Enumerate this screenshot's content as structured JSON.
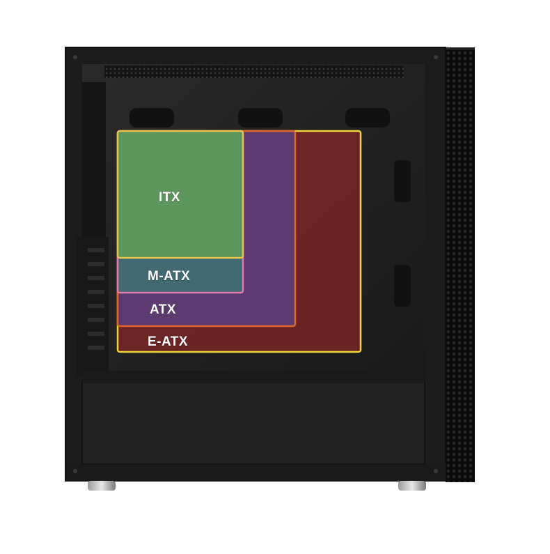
{
  "product": {
    "name": "pc-tower-case",
    "finish_color": "#1b1b1b",
    "mesh_color": "#0d0d0d"
  },
  "motherboard_zones": [
    {
      "label": "ITX",
      "fill": "#5e9a5b",
      "border": "#e8c24a"
    },
    {
      "label": "M-ATX",
      "fill": "#3f6f73",
      "border": "#e07aa8"
    },
    {
      "label": "ATX",
      "fill": "#5a3f7f",
      "border": "#e0662c"
    },
    {
      "label": "E-ATX",
      "fill": "#7c2626",
      "border": "#f0d23c"
    }
  ]
}
